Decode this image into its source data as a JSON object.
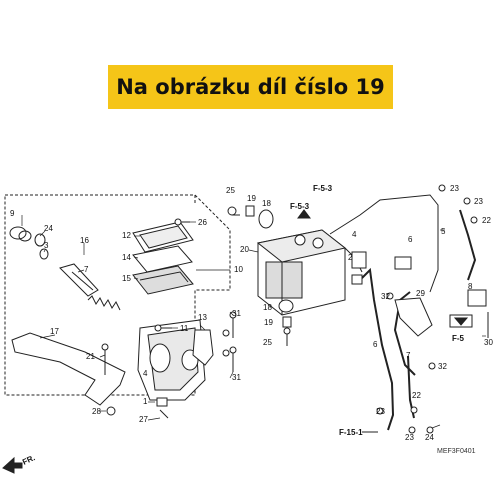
{
  "banner": {
    "text": "Na obrázku díl číslo 19",
    "bg_color": "#f5c518"
  },
  "part_numbers": [
    "1",
    "2",
    "3",
    "4",
    "5",
    "6",
    "7",
    "8",
    "9",
    "10",
    "11",
    "12",
    "13",
    "14",
    "15",
    "16",
    "17",
    "18",
    "19",
    "20",
    "21",
    "22",
    "23",
    "24",
    "25",
    "26",
    "27",
    "28",
    "29",
    "30",
    "31",
    "32"
  ],
  "references": {
    "f53_left": "F-5-3",
    "f53_top": "F-5-3",
    "f5": "F-5",
    "f151": "F-15-1",
    "fr": "FR."
  },
  "diagram_code": "MEF3F0401",
  "colors": {
    "line": "#222222",
    "fill": "#ffffff",
    "shade": "#cfcfcf"
  }
}
